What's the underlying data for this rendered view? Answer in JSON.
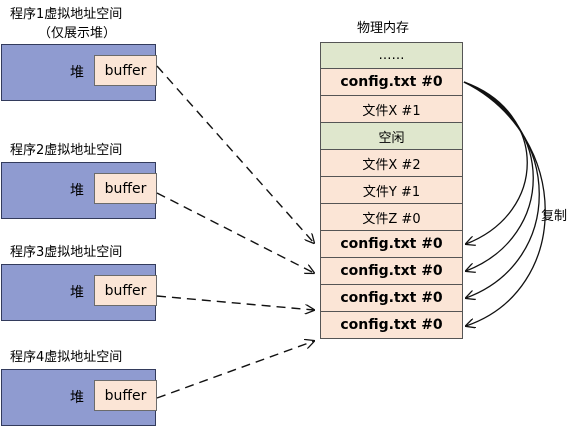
{
  "processes": [
    {
      "title": "程序1虚拟地址空间",
      "subtitle": "（仅展示堆）",
      "heap_label": "堆",
      "buffer_label": "buffer"
    },
    {
      "title": "程序2虚拟地址空间",
      "heap_label": "堆",
      "buffer_label": "buffer"
    },
    {
      "title": "程序3虚拟地址空间",
      "heap_label": "堆",
      "buffer_label": "buffer"
    },
    {
      "title": "程序4虚拟地址空间",
      "heap_label": "堆",
      "buffer_label": "buffer"
    }
  ],
  "physical_memory": {
    "title": "物理内存",
    "cells": [
      {
        "label": "……",
        "color": "#dfe7cd"
      },
      {
        "label": "config.txt #0",
        "color": "#fbe5d6",
        "bold": true
      },
      {
        "label": "文件X  #1",
        "color": "#fbe5d6"
      },
      {
        "label": "空闲",
        "color": "#dfe7cd"
      },
      {
        "label": "文件X  #2",
        "color": "#fbe5d6"
      },
      {
        "label": "文件Y #1",
        "color": "#fbe5d6"
      },
      {
        "label": "文件Z #0",
        "color": "#fbe5d6"
      },
      {
        "label": "config.txt #0",
        "color": "#fbe5d6",
        "bold": true
      },
      {
        "label": "config.txt #0",
        "color": "#fbe5d6",
        "bold": true
      },
      {
        "label": "config.txt #0",
        "color": "#fbe5d6",
        "bold": true
      },
      {
        "label": "config.txt #0",
        "color": "#fbe5d6",
        "bold": true
      }
    ]
  },
  "copy_label": "复制"
}
